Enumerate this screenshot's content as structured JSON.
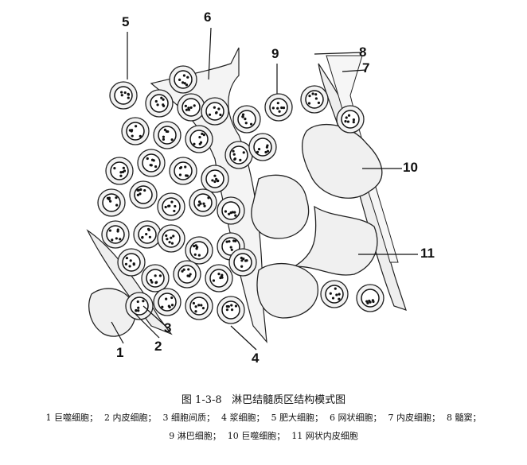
{
  "figure": {
    "number": "图 1-3-8",
    "title": "淋巴结髓质区结构模式图",
    "callouts": [
      "1",
      "2",
      "3",
      "4",
      "5",
      "6",
      "7",
      "8",
      "9",
      "10",
      "11"
    ],
    "legend_line1": [
      {
        "num": "1",
        "text": "巨噬细胞；"
      },
      {
        "num": "2",
        "text": "内皮细胞；"
      },
      {
        "num": "3",
        "text": "细胞间质；"
      },
      {
        "num": "4",
        "text": "浆细胞；"
      },
      {
        "num": "5",
        "text": "肥大细胞；"
      },
      {
        "num": "6",
        "text": "网状细胞；"
      },
      {
        "num": "7",
        "text": "内皮细胞；"
      },
      {
        "num": "8",
        "text": "髓窦；"
      }
    ],
    "legend_line2": [
      {
        "num": "9",
        "text": "淋巴细胞；"
      },
      {
        "num": "10",
        "text": "巨噬细胞；"
      },
      {
        "num": "11",
        "text": "网状内皮细胞"
      }
    ]
  }
}
